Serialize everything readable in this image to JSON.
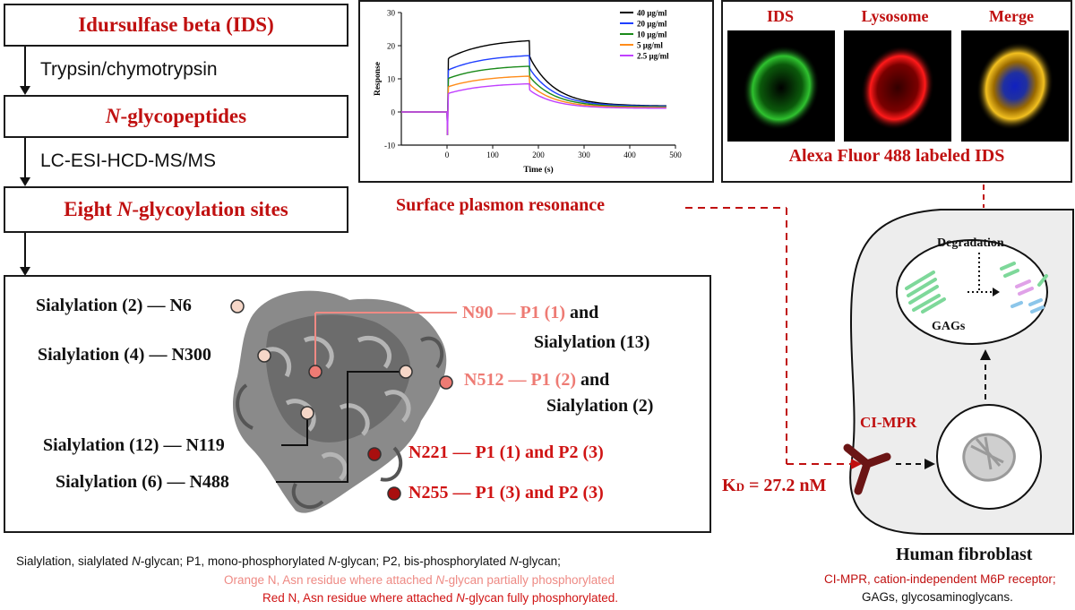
{
  "workflow": {
    "step1": "Idursulfase beta (IDS)",
    "step1_method": "Trypsin/chymotrypsin",
    "step2_prefix": "N",
    "step2_suffix": "-glycopeptides",
    "step2_method": "LC-ESI-HCD-MS/MS",
    "step3_prefix": "Eight ",
    "step3_italic": "N",
    "step3_suffix": "-glycoylation sites"
  },
  "sites": {
    "n6": "Sialylation (2) — N6",
    "n300": "Sialylation (4) — N300",
    "n119": "Sialylation (12) — N119",
    "n488": "Sialylation (6) — N488",
    "n90_pink": "N90 — P1 (1)",
    "n90_and": " and",
    "n90_line2": "Sialylation (13)",
    "n512_pink": "N512 — P1 (2)",
    "n512_and": " and",
    "n512_line2": "Sialylation (2)",
    "n221": "N221 — P1 (1) and P2 (3)",
    "n255": "N255 — P1 (3) and P2 (3)"
  },
  "legend": {
    "line1_a": "Sialylation, sialylated ",
    "line1_b": "N",
    "line1_c": "-glycan; P1, mono-phosphorylated ",
    "line1_d": "N",
    "line1_e": "-glycan;  P2, bis-phosphorylated ",
    "line1_f": "N",
    "line1_g": "-glycan;",
    "line2_a": "Orange N, Asn residue where attached ",
    "line2_b": "N",
    "line2_c": "-glycan partially phosphorylated",
    "line3_a": "Red N, Asn residue where attached ",
    "line3_b": "N",
    "line3_c": "-glycan fully phosphorylated."
  },
  "spr": {
    "label": "Surface plasmon resonance",
    "kd_prefix": "K",
    "kd_sub": "D",
    "kd_value": " = 27.2 nM"
  },
  "microscopy": {
    "panels": [
      "IDS",
      "Lysosome",
      "Merge"
    ],
    "caption": "Alexa Fluor 488 labeled IDS"
  },
  "cell": {
    "degradation": "Degradation",
    "gags": "GAGs",
    "receptor": "CI-MPR",
    "title": "Human fibroblast",
    "note1": "CI-MPR, cation-independent M6P receptor;",
    "note2": "GAGs, glycosaminoglycans."
  },
  "colors": {
    "title_red": "#c01010",
    "site_red": "#d01414",
    "site_orange": "#ee7b74",
    "receptor": "#6b1515"
  },
  "chart_data": {
    "type": "line",
    "xlabel": "Time (s)",
    "ylabel": "Response",
    "xlim": [
      -100,
      500
    ],
    "ylim": [
      -10,
      30
    ],
    "xticks": [
      0,
      100,
      200,
      300,
      400,
      500
    ],
    "yticks": [
      -10,
      0,
      10,
      20,
      30
    ],
    "legend_position": "top-right",
    "association_end": 180,
    "series": [
      {
        "name": "40 μg/ml",
        "color": "#000000",
        "plateau": 21.5,
        "start": 16,
        "end": 1.8
      },
      {
        "name": "20 μg/ml",
        "color": "#1f3fff",
        "plateau": 17,
        "start": 12.5,
        "end": 1.7
      },
      {
        "name": "10 μg/ml",
        "color": "#1a8a1a",
        "plateau": 13.8,
        "start": 10,
        "end": 1.5
      },
      {
        "name": "5 μg/ml",
        "color": "#ff8c1a",
        "plateau": 10.8,
        "start": 7.5,
        "end": 1.3
      },
      {
        "name": "2.5 μg/ml",
        "color": "#c040ff",
        "plateau": 8.5,
        "start": 5.5,
        "end": 1.1
      }
    ]
  }
}
